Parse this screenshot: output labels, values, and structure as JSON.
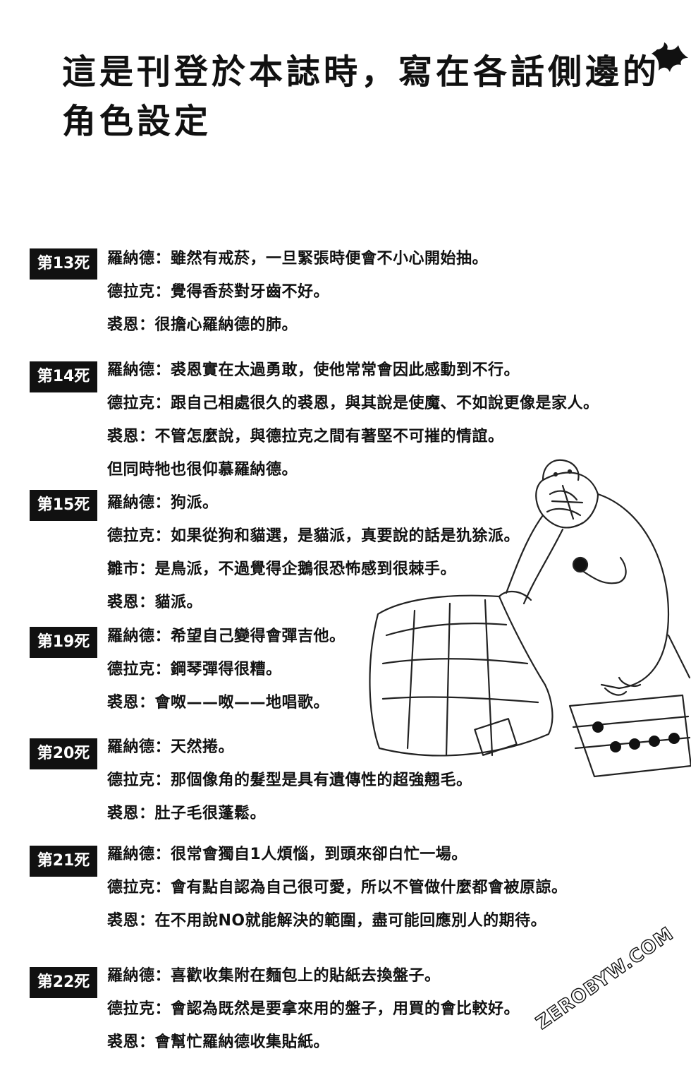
{
  "heading": {
    "line1": "這是刊登於本誌時，寫在各話側邊的",
    "line2": "角色設定"
  },
  "icons": {
    "corner": "bat-icon",
    "illustration": "armadillo-with-snack-bag-illustration"
  },
  "watermark": "ZEROBYW.COM",
  "colors": {
    "ink": "#111111",
    "paper": "#ffffff"
  },
  "chapters": [
    {
      "label": "第13死",
      "lines": [
        "羅納德：雖然有戒菸，一旦緊張時便會不小心開始抽。",
        "德拉克：覺得香菸對牙齒不好。",
        "裘恩：很擔心羅納德的肺。"
      ]
    },
    {
      "label": "第14死",
      "lines": [
        "羅納德：裘恩實在太過勇敢，使他常常會因此感動到不行。",
        "德拉克：跟自己相處很久的裘恩，與其說是使魔、不如說更像是家人。",
        "裘恩：不管怎麼說，與德拉克之間有著堅不可摧的情誼。",
        "但同時牠也很仰慕羅納德。"
      ]
    },
    {
      "label": "第15死",
      "lines": [
        "羅納德：狗派。",
        "德拉克：如果從狗和貓選，是貓派，真要說的話是犰狳派。",
        "雛市：是鳥派，不過覺得企鵝很恐怖感到很棘手。",
        "裘恩：貓派。"
      ]
    },
    {
      "label": "第19死",
      "lines": [
        "羅納德：希望自己變得會彈吉他。",
        "德拉克：鋼琴彈得很糟。",
        "裘恩：會呶——呶——地唱歌。"
      ]
    },
    {
      "label": "第20死",
      "lines": [
        "羅納德：天然捲。",
        "德拉克：那個像角的髮型是具有遺傳性的超強翹毛。",
        "裘恩：肚子毛很蓬鬆。"
      ]
    },
    {
      "label": "第21死",
      "lines": [
        "羅納德：很常會獨自1人煩惱，到頭來卻白忙一場。",
        "德拉克：會有點自認為自己很可愛，所以不管做什麼都會被原諒。",
        "裘恩：在不用說NO就能解決的範圍，盡可能回應別人的期待。"
      ]
    },
    {
      "label": "第22死",
      "lines": [
        "羅納德：喜歡收集附在麵包上的貼紙去換盤子。",
        "德拉克：會認為既然是要拿來用的盤子，用買的會比較好。",
        "裘恩：會幫忙羅納德收集貼紙。"
      ]
    }
  ]
}
